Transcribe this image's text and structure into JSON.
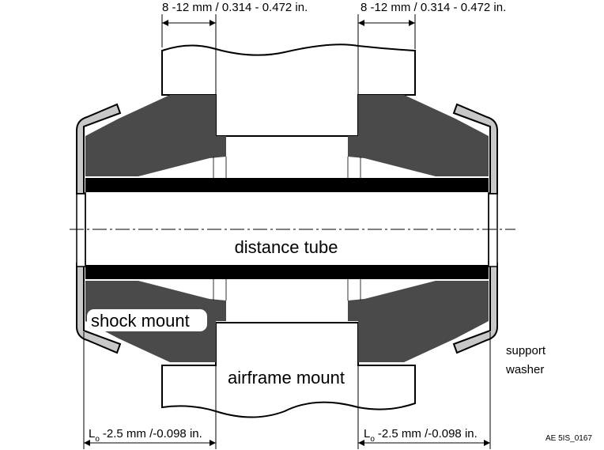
{
  "dimensions": {
    "top_left": "8 -12 mm / 0.314 - 0.472 in.",
    "top_right": "8 -12 mm / 0.314 - 0.472 in.",
    "bottom_left_symbol": "L",
    "bottom_left_sub": "o",
    "bottom_left": "-2.5 mm /-0.098 in.",
    "bottom_right_symbol": "L",
    "bottom_right_sub": "o",
    "bottom_right": "-2.5 mm /-0.098 in."
  },
  "labels": {
    "distance_tube": "distance tube",
    "shock_mount": "shock mount",
    "airframe_mount": "airframe mount",
    "support_washer_line1": "support",
    "support_washer_line2": "washer",
    "figure_id": "AE 5IS_0167"
  },
  "colors": {
    "shock_mount": "#4a4a4a",
    "washer": "#c8c8c8",
    "tube": "#000000"
  }
}
